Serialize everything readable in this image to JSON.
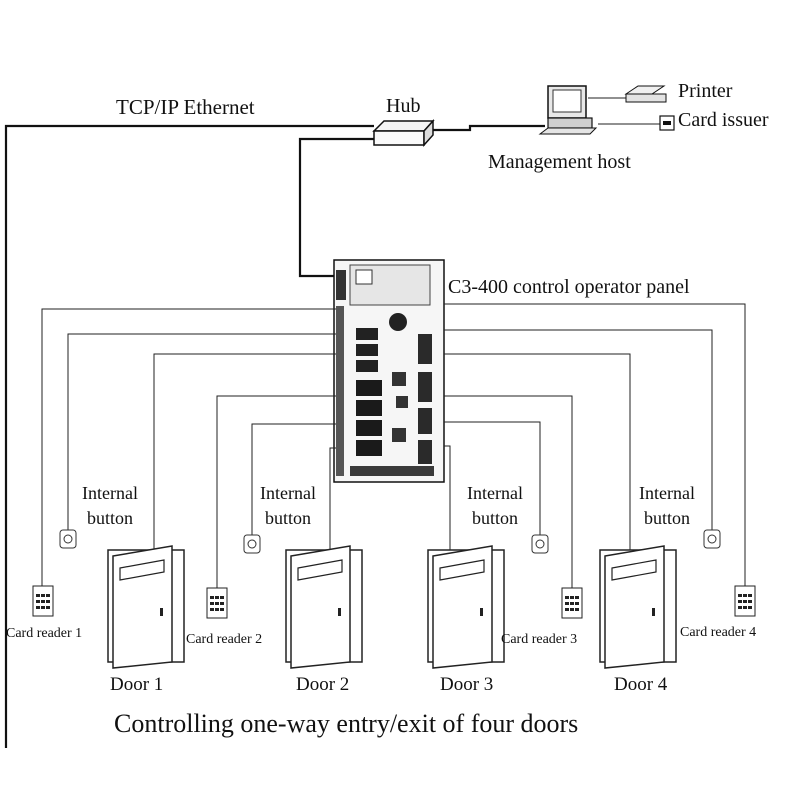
{
  "labels": {
    "network": "TCP/IP Ethernet",
    "hub": "Hub",
    "printer": "Printer",
    "card_issuer": "Card issuer",
    "management_host": "Management host",
    "panel": "C3-400 control operator panel",
    "caption": "Controlling one-way entry/exit of four doors"
  },
  "doors": [
    {
      "door": "Door 1",
      "reader": "Card reader 1",
      "button_line1": "Internal",
      "button_line2": "button"
    },
    {
      "door": "Door 2",
      "reader": "Card reader 2",
      "button_line1": "Internal",
      "button_line2": "button"
    },
    {
      "door": "Door 3",
      "reader": "Card reader 3",
      "button_line1": "Internal",
      "button_line2": "button"
    },
    {
      "door": "Door 4",
      "reader": "Card reader 4",
      "button_line1": "Internal",
      "button_line2": "button"
    }
  ]
}
